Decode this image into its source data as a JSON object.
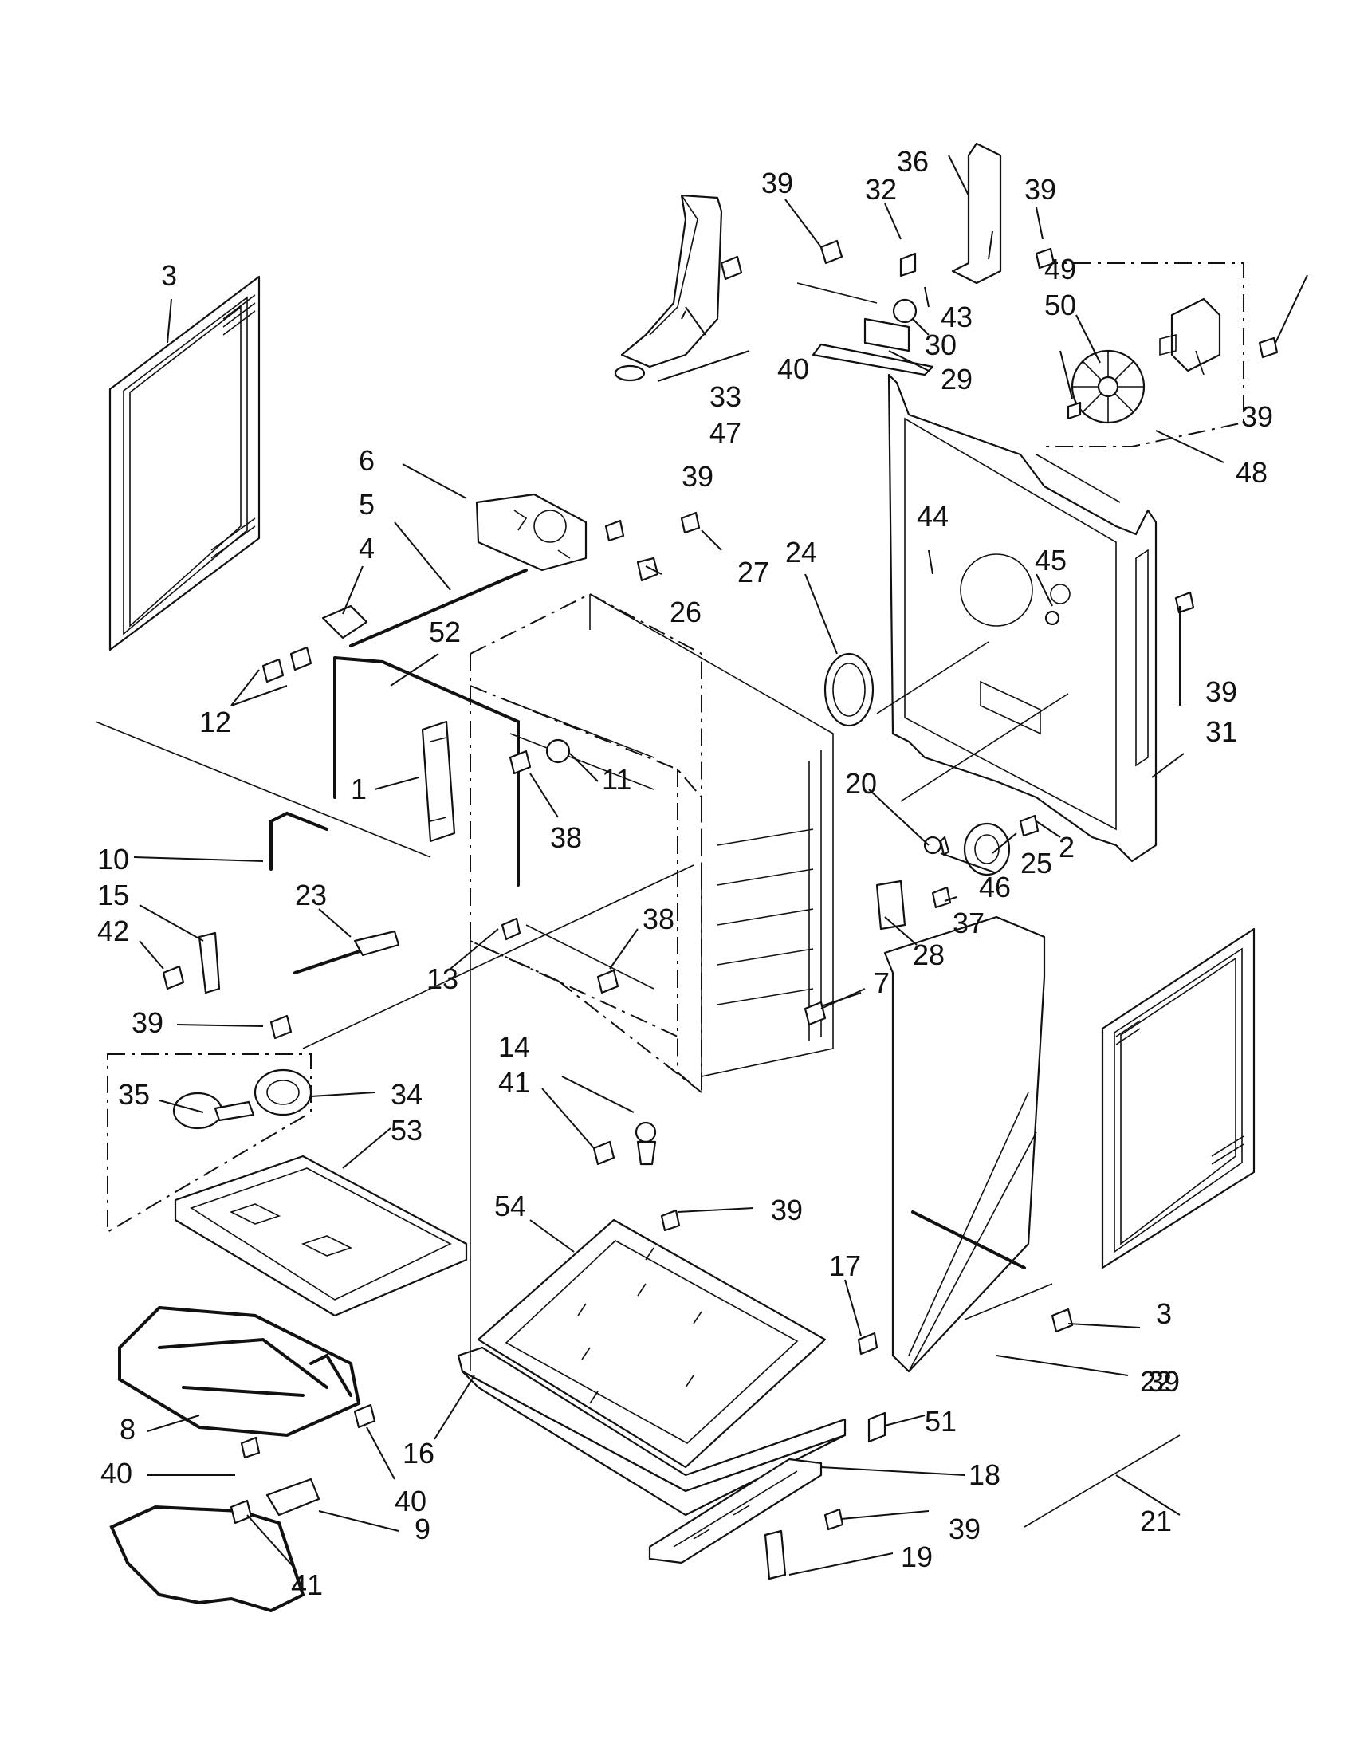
{
  "colors": {
    "line": "#111111",
    "background": "#ffffff"
  },
  "callouts": [
    {
      "id": "c3a",
      "text": "3"
    },
    {
      "id": "c3b",
      "text": "3"
    },
    {
      "id": "c6",
      "text": "6"
    },
    {
      "id": "c5",
      "text": "5"
    },
    {
      "id": "c4",
      "text": "4"
    },
    {
      "id": "c12",
      "text": "12"
    },
    {
      "id": "c52",
      "text": "52"
    },
    {
      "id": "c1",
      "text": "1"
    },
    {
      "id": "c11",
      "text": "11"
    },
    {
      "id": "c38a",
      "text": "38"
    },
    {
      "id": "c38b",
      "text": "38"
    },
    {
      "id": "c10",
      "text": "10"
    },
    {
      "id": "c15",
      "text": "15"
    },
    {
      "id": "c42",
      "text": "42"
    },
    {
      "id": "c23",
      "text": "23"
    },
    {
      "id": "c13",
      "text": "13"
    },
    {
      "id": "c39a",
      "text": "39"
    },
    {
      "id": "c39b",
      "text": "39"
    },
    {
      "id": "c39c",
      "text": "39"
    },
    {
      "id": "c39d",
      "text": "39"
    },
    {
      "id": "c39e",
      "text": "39"
    },
    {
      "id": "c39f",
      "text": "39"
    },
    {
      "id": "c39g",
      "text": "39"
    },
    {
      "id": "c39h",
      "text": "39"
    },
    {
      "id": "c39i",
      "text": "39"
    },
    {
      "id": "c35",
      "text": "35"
    },
    {
      "id": "c34",
      "text": "34"
    },
    {
      "id": "c53",
      "text": "53"
    },
    {
      "id": "c8",
      "text": "8"
    },
    {
      "id": "c40a",
      "text": "40"
    },
    {
      "id": "c40b",
      "text": "40"
    },
    {
      "id": "c40c",
      "text": "40"
    },
    {
      "id": "c9",
      "text": "9"
    },
    {
      "id": "c41a",
      "text": "41"
    },
    {
      "id": "c41b",
      "text": "41"
    },
    {
      "id": "c16",
      "text": "16"
    },
    {
      "id": "c54",
      "text": "54"
    },
    {
      "id": "c14",
      "text": "14"
    },
    {
      "id": "c7",
      "text": "7"
    },
    {
      "id": "c26",
      "text": "26"
    },
    {
      "id": "c27",
      "text": "27"
    },
    {
      "id": "c33",
      "text": "33"
    },
    {
      "id": "c47",
      "text": "47"
    },
    {
      "id": "c32",
      "text": "32"
    },
    {
      "id": "c36",
      "text": "36"
    },
    {
      "id": "c43",
      "text": "43"
    },
    {
      "id": "c30",
      "text": "30"
    },
    {
      "id": "c29",
      "text": "29"
    },
    {
      "id": "c49",
      "text": "49"
    },
    {
      "id": "c50",
      "text": "50"
    },
    {
      "id": "c48",
      "text": "48"
    },
    {
      "id": "c44",
      "text": "44"
    },
    {
      "id": "c45",
      "text": "45"
    },
    {
      "id": "c24",
      "text": "24"
    },
    {
      "id": "c31",
      "text": "31"
    },
    {
      "id": "c20",
      "text": "20"
    },
    {
      "id": "c46",
      "text": "46"
    },
    {
      "id": "c25",
      "text": "25"
    },
    {
      "id": "c2",
      "text": "2"
    },
    {
      "id": "c28",
      "text": "28"
    },
    {
      "id": "c37",
      "text": "37"
    },
    {
      "id": "c17",
      "text": "17"
    },
    {
      "id": "c51",
      "text": "51"
    },
    {
      "id": "c22",
      "text": "22"
    },
    {
      "id": "c18",
      "text": "18"
    },
    {
      "id": "c19",
      "text": "19"
    },
    {
      "id": "c21",
      "text": "21"
    }
  ]
}
